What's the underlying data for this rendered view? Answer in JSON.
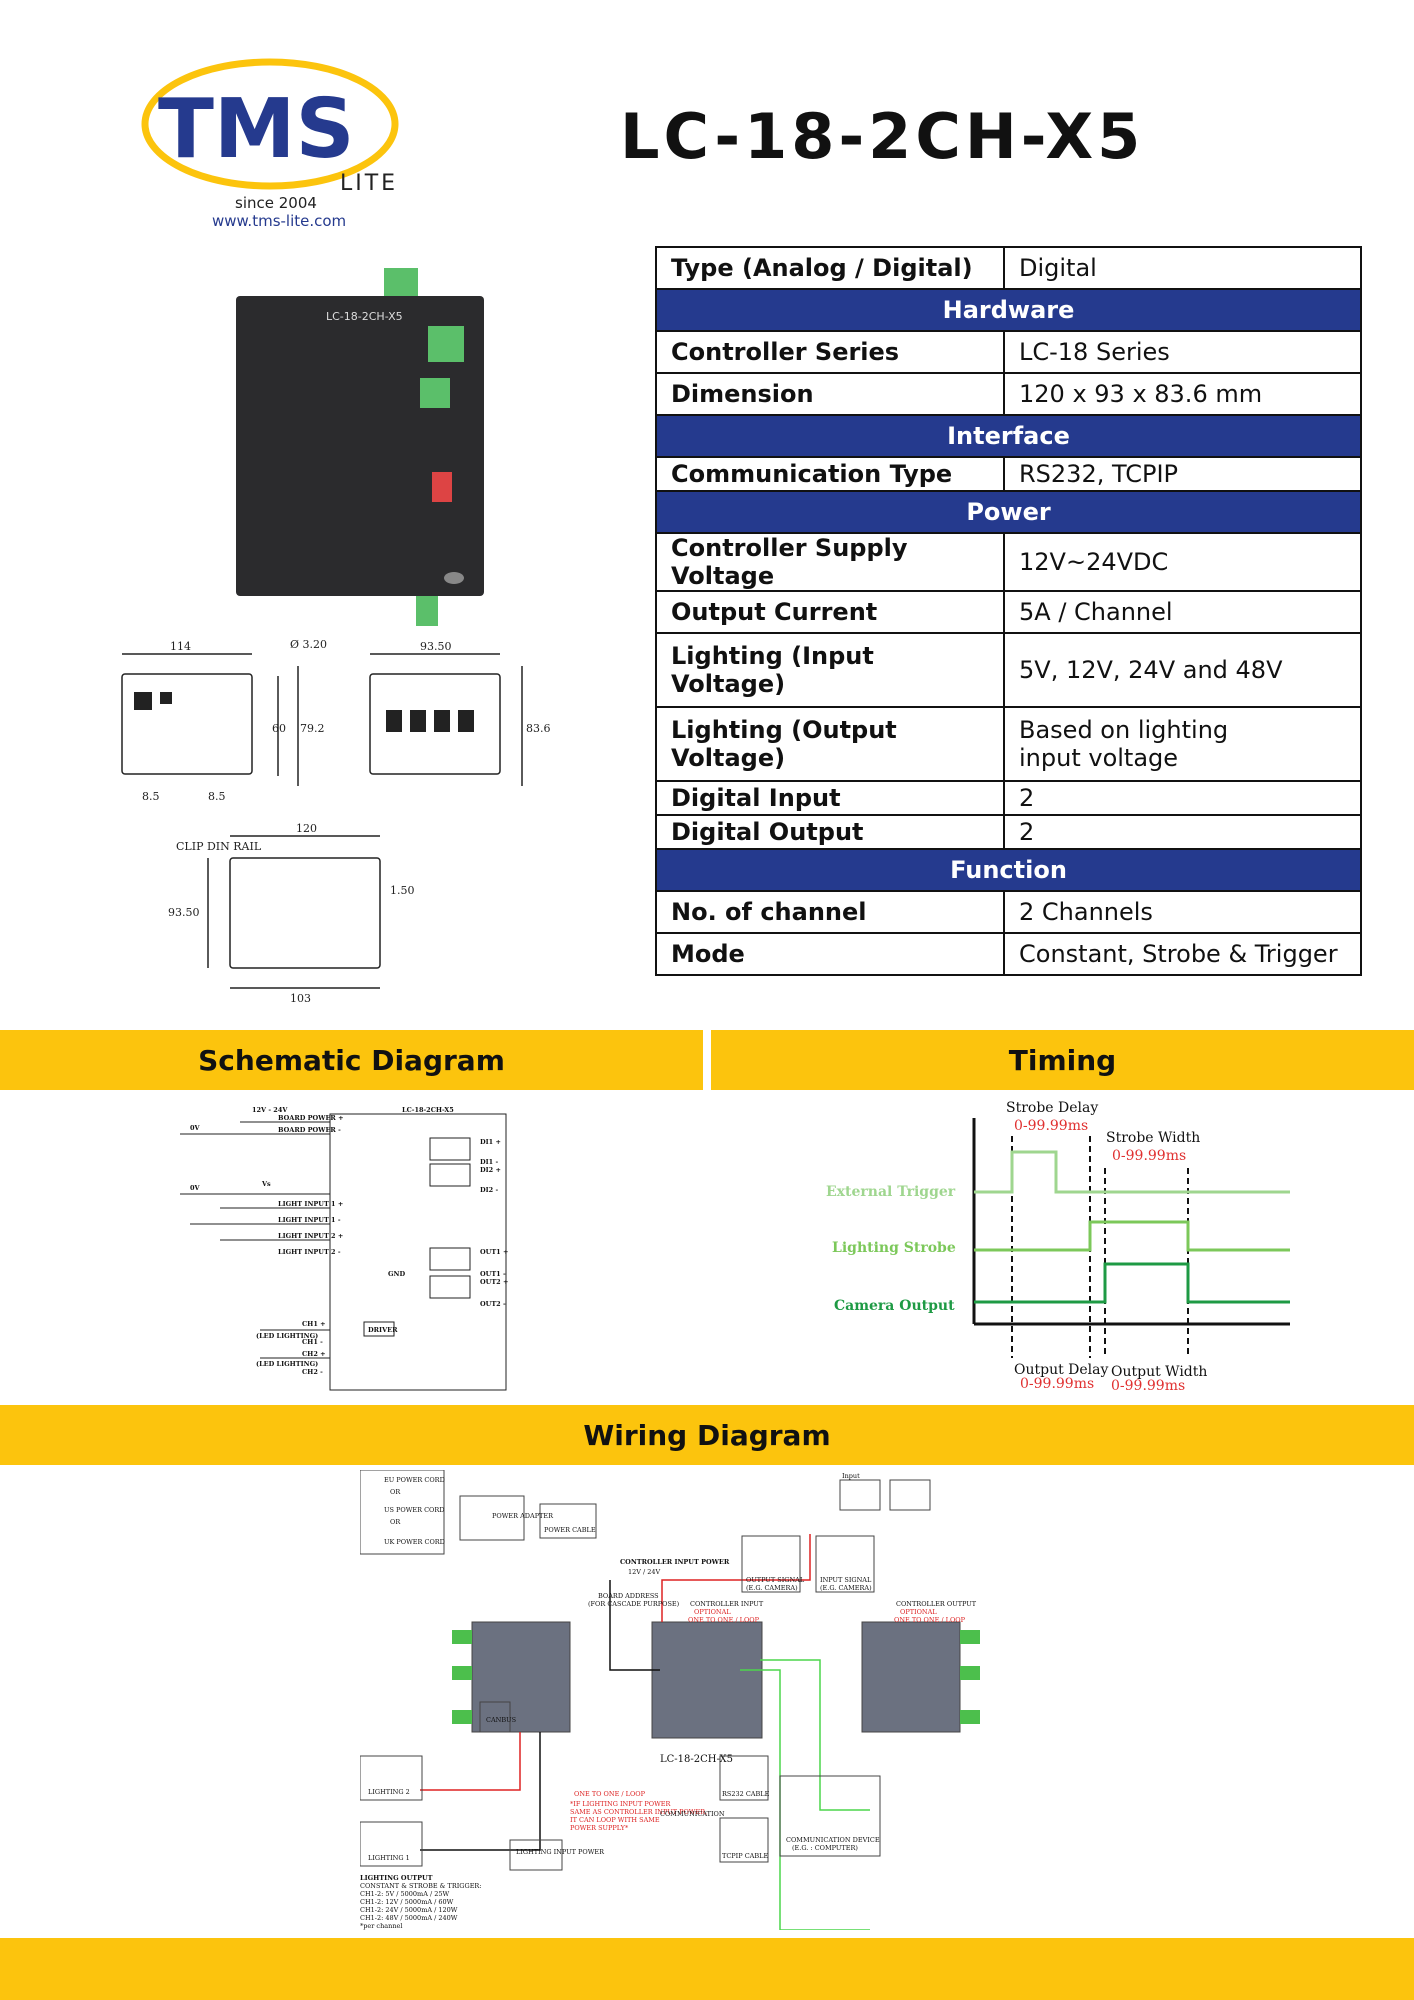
{
  "logo": {
    "brand": "TMS",
    "sub": "LITE",
    "since": "since 2004",
    "url": "www.tms-lite.com",
    "colors": {
      "navy": "#253a8e",
      "yellow": "#fcc40d"
    }
  },
  "title": "LC-18-2CH-X5",
  "spec": {
    "type_label": "Type (Analog / Digital)",
    "type_value": "Digital",
    "sec_hardware": "Hardware",
    "series_label": "Controller Series",
    "series_value": "LC-18 Series",
    "dim_label": "Dimension",
    "dim_value": "120 x 93 x 83.6 mm",
    "sec_interface": "Interface",
    "comm_label": "Communication Type",
    "comm_value": "RS232, TCPIP",
    "sec_power": "Power",
    "supply_label": "Controller Supply Voltage",
    "supply_value": "12V~24VDC",
    "current_label": "Output Current",
    "current_value": "5A / Channel",
    "lin_label": "Lighting (Input Voltage)",
    "lin_value": "5V, 12V, 24V and 48V",
    "lout_label": "Lighting (Output Voltage)",
    "lout_value_1": "Based on lighting",
    "lout_value_2": "input voltage",
    "din_label": "Digital Input",
    "din_value": "2",
    "dout_label": "Digital Output",
    "dout_value": "2",
    "sec_function": "Function",
    "ch_label": "No. of channel",
    "ch_value": "2 Channels",
    "mode_label": "Mode",
    "mode_value": "Constant, Strobe & Trigger"
  },
  "product": {
    "label": "LC-18-2CH-X5"
  },
  "drawings": {
    "d114": "114",
    "d320": "Ø 3.20",
    "d9350": "93.50",
    "d60": "60",
    "d792": "79.2",
    "d836": "83.6",
    "d85a": "8.5",
    "d85b": "8.5",
    "d120": "120",
    "clip": "CLIP DIN RAIL",
    "d150": "1.50",
    "d9350b": "93.50",
    "d103": "103"
  },
  "sections": {
    "schematic": "Schematic Diagram",
    "timing": "Timing",
    "wiring": "Wiring Diagram"
  },
  "schematic": {
    "v": "12V - 24V",
    "bp_plus": "BOARD POWER +",
    "bp_minus": "BOARD POWER -",
    "ov1": "0V",
    "ov2": "0V",
    "vs": "Vs",
    "li1p": "LIGHT INPUT 1 +",
    "li1m": "LIGHT INPUT 1 -",
    "li2p": "LIGHT INPUT 2 +",
    "li2m": "LIGHT INPUT 2 -",
    "box": "LC-18-2CH-X5",
    "di1p": "DI1 +",
    "di1m": "DI1 -",
    "di2p": "DI2 +",
    "di2m": "DI2 -",
    "gnd": "GND",
    "o1p": "OUT1 +",
    "o1m": "OUT1 -",
    "o2p": "OUT2 +",
    "o2m": "OUT2 -",
    "ch1": "CH1 +",
    "ch1m": "CH1 -",
    "ch2": "CH2 +",
    "ch2m": "CH2 -",
    "led1": "(LED LIGHTING)",
    "led2": "(LED LIGHTING)",
    "driver": "DRIVER"
  },
  "timing": {
    "strobe_delay": "Strobe Delay",
    "sd_range": "0-99.99ms",
    "strobe_width": "Strobe Width",
    "sw_range": "0-99.99ms",
    "ext": "External Trigger",
    "ls": "Lighting Strobe",
    "cam": "Camera Output",
    "out_delay": "Output Delay",
    "od_range": "0-99.99ms",
    "out_width": "Output Width",
    "ow_range": "0-99.99ms"
  },
  "wiring": {
    "eu": "EU POWER CORD",
    "or1": "OR",
    "us": "US POWER CORD",
    "or2": "OR",
    "uk": "UK POWER CORD",
    "adapter": "POWER ADAPTER",
    "cable": "POWER CABLE",
    "cip": "CONTROLLER INPUT POWER",
    "cipv": "12V / 24V",
    "board": "BOARD ADDRESS",
    "board2": "(FOR CASCADE PURPOSE)",
    "os": "OUTPUT SIGNAL",
    "os2": "(E.G. CAMERA)",
    "is": "INPUT SIGNAL",
    "is2": "(E.G. CAMERA)",
    "ci": "CONTROLLER INPUT",
    "opt1": "OPTIONAL",
    "oto1": "ONE TO ONE / LOOP",
    "co": "CONTROLLER OUTPUT",
    "opt2": "OPTIONAL",
    "oto2": "ONE TO ONE / LOOP",
    "canbus": "CANBUS",
    "model": "LC-18-2CH-X5",
    "l2": "LIGHTING 2",
    "l1": "LIGHTING 1",
    "lip": "LIGHTING INPUT POWER",
    "oto3": "ONE TO ONE / LOOP",
    "note1": "*IF LIGHTING INPUT POWER",
    "note2": "SAME AS CONTROLLER INPUT POWER,",
    "note3": "IT CAN LOOP WITH SAME",
    "note4": "POWER SUPPLY*",
    "comm": "COMMUNICATION",
    "rs232": "RS232 CABLE",
    "tcpip": "TCPIP CABLE",
    "dev": "COMMUNICATION DEVICE",
    "dev2": "(E.G. : COMPUTER)",
    "lo": "LIGHTING OUTPUT",
    "lo1": "CONSTANT & STROBE & TRIGGER:",
    "lo2": "CH1-2: 5V / 5000mA / 25W",
    "lo3": "CH1-2: 12V / 5000mA / 60W",
    "lo4": "CH1-2: 24V / 5000mA / 120W",
    "lo5": "CH1-2: 48V / 5000mA / 240W",
    "lo6": "*per channel",
    "inp": "Input"
  }
}
